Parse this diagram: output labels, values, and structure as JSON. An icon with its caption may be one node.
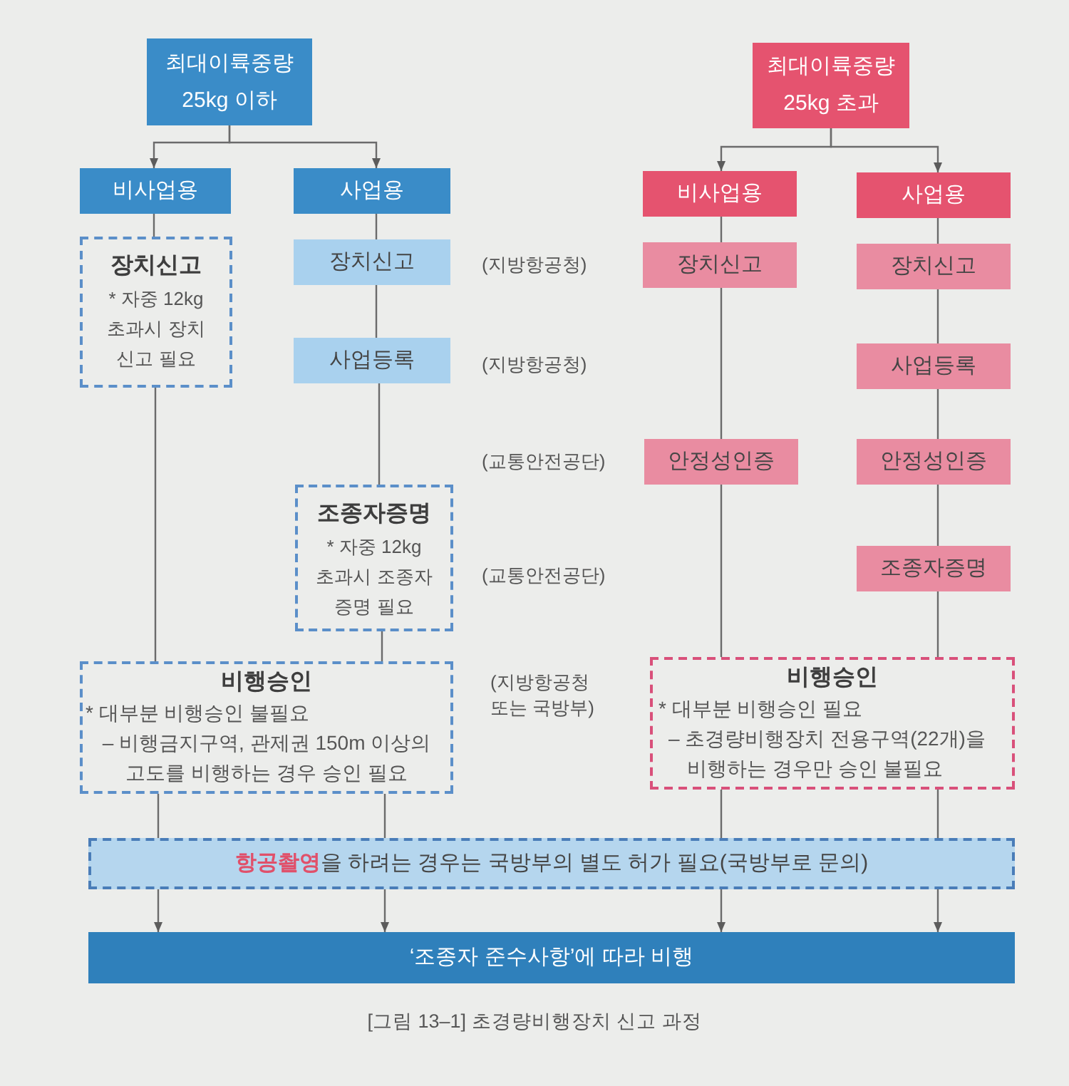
{
  "diagram": {
    "caption": "[그림 13–1] 초경량비행장치 신고 과정",
    "nodes": [
      {
        "text": [
          "최대이륙중량 25kg 이하"
        ]
      },
      {
        "text": [
          "최대이륙중량 25kg 초과"
        ]
      },
      {
        "text": [
          "비사업용"
        ]
      },
      {
        "text": [
          "사업용"
        ]
      },
      {
        "text": [
          "비사업용"
        ]
      },
      {
        "text": [
          "사업용"
        ]
      },
      {
        "text": [
          "장치신고",
          "* 자중 12kg 초과시 장치 신고 필요"
        ]
      },
      {
        "text": [
          "장치신고"
        ]
      },
      {
        "text": [
          "장치신고"
        ]
      },
      {
        "text": [
          "장치신고"
        ]
      },
      {
        "text": [
          "사업등록"
        ]
      },
      {
        "text": [
          "사업등록"
        ]
      },
      {
        "text": [
          "안정성인증"
        ]
      },
      {
        "text": [
          "안정성인증"
        ]
      },
      {
        "text": [
          "조종자증명",
          "* 자중 12kg 초과시 조종자 증명 필요"
        ]
      },
      {
        "text": [
          "조종자증명"
        ]
      },
      {
        "text": [
          "비행승인",
          "* 대부분 비행승인 불필요",
          "– 비행금지구역, 관제권 150m 이상의 고도를 비행하는 경우 승인 필요"
        ]
      },
      {
        "text": [
          "비행승인",
          "* 대부분 비행승인 필요",
          "– 초경량비행장치 전용구역(22개)을 비행하는 경우만 승인 불필요"
        ]
      },
      {
        "text": [
          "**항공촬영**을 하려는 경우는 국방부의 별도 허가 필요(국방부로 문의)"
        ]
      },
      {
        "text": [
          "‘조종자 준수사항’에 따라 비행"
        ]
      }
    ],
    "edges": [
      {
        "from": 0,
        "to": 2,
        "arrow": "to"
      },
      {
        "from": 0,
        "to": 3,
        "arrow": "to"
      },
      {
        "from": 1,
        "to": 4,
        "arrow": "to"
      },
      {
        "from": 1,
        "to": 5,
        "arrow": "to"
      },
      {
        "from": 2,
        "to": 6,
        "arrow": "none"
      },
      {
        "from": 3,
        "to": 7,
        "arrow": "none"
      },
      {
        "from": 4,
        "to": 8,
        "arrow": "none"
      },
      {
        "from": 5,
        "to": 9,
        "arrow": "none"
      },
      {
        "from": 7,
        "to": 10,
        "arrow": "none"
      },
      {
        "from": 9,
        "to": 11,
        "arrow": "none"
      },
      {
        "from": 8,
        "to": 12,
        "arrow": "none"
      },
      {
        "from": 11,
        "to": 13,
        "arrow": "none"
      },
      {
        "from": 10,
        "to": 14,
        "arrow": "none"
      },
      {
        "from": 13,
        "to": 15,
        "arrow": "none"
      },
      {
        "from": 6,
        "to": 16,
        "arrow": "none"
      },
      {
        "from": 14,
        "to": 16,
        "arrow": "none"
      },
      {
        "from": 12,
        "to": 17,
        "arrow": "none"
      },
      {
        "from": 15,
        "to": 17,
        "arrow": "none"
      },
      {
        "from": 16,
        "to": 18,
        "arrow": "none"
      },
      {
        "from": 16,
        "to": 18,
        "arrow": "none"
      },
      {
        "from": 17,
        "to": 18,
        "arrow": "none"
      },
      {
        "from": 17,
        "to": 18,
        "arrow": "none"
      },
      {
        "from": 18,
        "to": 19,
        "arrow": "to"
      },
      {
        "from": 18,
        "to": 19,
        "arrow": "to"
      },
      {
        "from": 18,
        "to": 19,
        "arrow": "to"
      },
      {
        "from": 18,
        "to": 19,
        "arrow": "to"
      }
    ],
    "labels": [
      "(지방항공청)",
      "(지방항공청)",
      "(교통안전공단)",
      "(교통안전공단)",
      "(지방항공청 또는 국방부)"
    ]
  }
}
